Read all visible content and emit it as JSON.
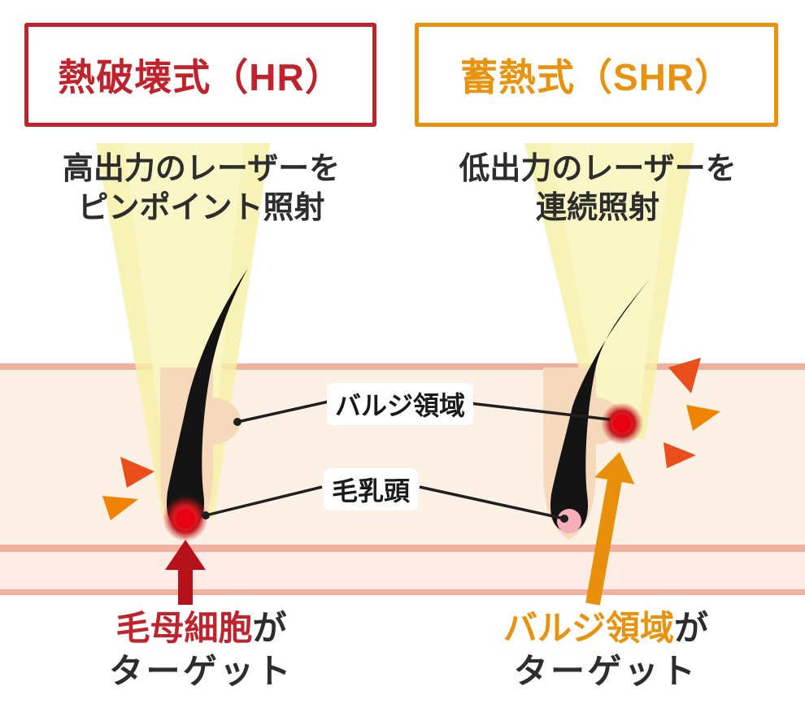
{
  "left_panel": {
    "title": "熱破壊式（HR）",
    "subtitle_line1": "高出力のレーザーを",
    "subtitle_line2": "ピンポイント照射",
    "caption_highlight": "毛母細胞",
    "caption_particle": "が",
    "caption_line2": "ターゲット"
  },
  "right_panel": {
    "title": "蓄熱式（SHR）",
    "subtitle_line1": "低出力のレーザーを",
    "subtitle_line2": "連続照射",
    "caption_highlight": "バルジ領域",
    "caption_particle": "が",
    "caption_line2": "ターゲット"
  },
  "annotations": {
    "bulge_label": "バルジ領域",
    "papilla_label": "毛乳頭"
  },
  "colors": {
    "hr_accent_red": "#c1232d",
    "shr_accent_orange": "#e8920d",
    "text_dark": "#2d2d2d",
    "laser_beam_yellow": "#f6f0a8",
    "skin_surface_line": "#f1af9d",
    "skin_cream": "#fdf0e4",
    "skin_lower_pink": "#fdece6",
    "follicle_tan": "#f6d8ba",
    "hair_black": "#141414",
    "target_glow_red": "#e60012",
    "papilla_pink": "#f4afba",
    "spark_red_orange": "#e94e1b",
    "spark_orange": "#f08300",
    "arrow_red": "#b5121b",
    "arrow_orange": "#e8900c"
  }
}
